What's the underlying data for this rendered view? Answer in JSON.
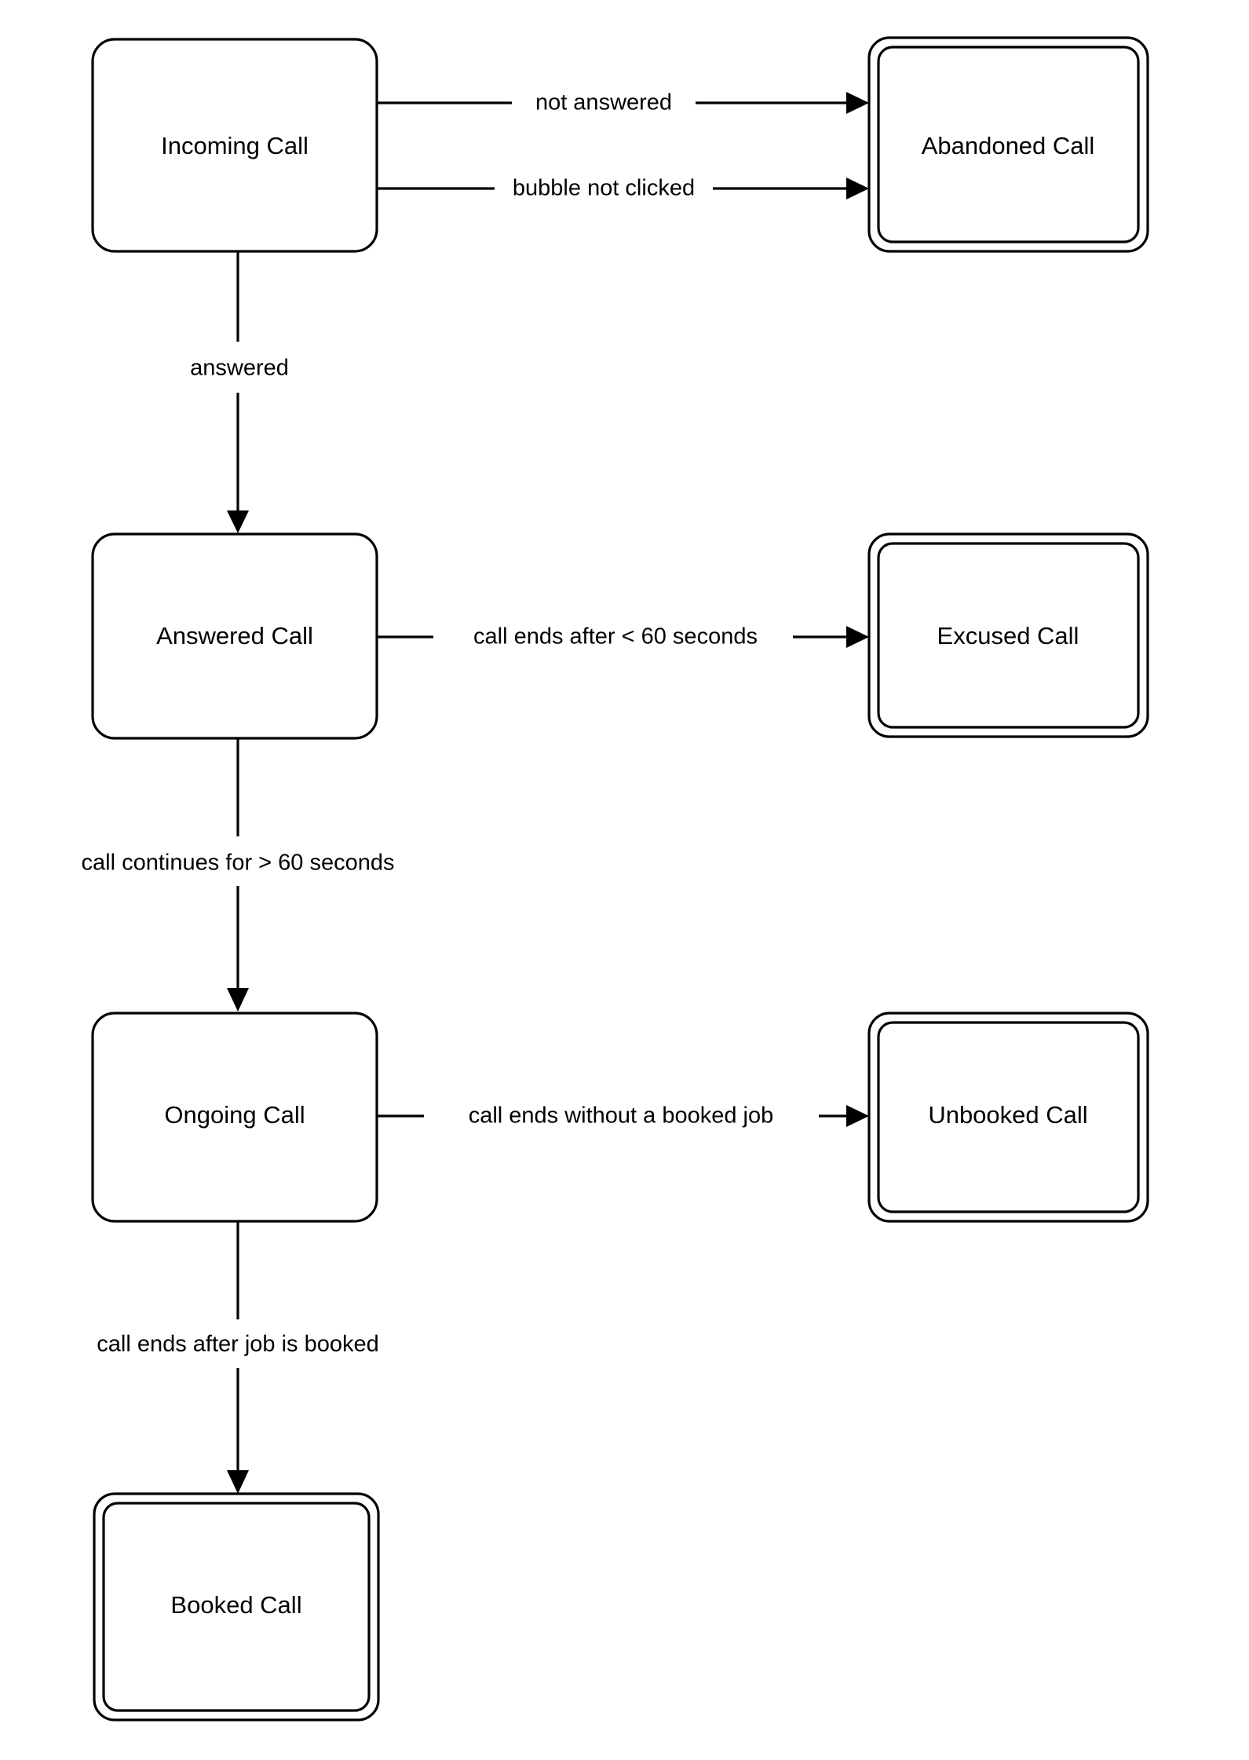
{
  "diagram": {
    "title": "Call lifecycle state diagram",
    "type": "state-diagram",
    "background_color": "#ffffff",
    "stroke_color": "#000000",
    "states": [
      {
        "id": "incoming-call",
        "label": "Incoming Call",
        "kind": "normal",
        "column": "left",
        "row": 1
      },
      {
        "id": "abandoned-call",
        "label": "Abandoned Call",
        "kind": "final",
        "column": "right",
        "row": 1
      },
      {
        "id": "answered-call",
        "label": "Answered Call",
        "kind": "normal",
        "column": "left",
        "row": 2
      },
      {
        "id": "excused-call",
        "label": "Excused Call",
        "kind": "final",
        "column": "right",
        "row": 2
      },
      {
        "id": "ongoing-call",
        "label": "Ongoing Call",
        "kind": "normal",
        "column": "left",
        "row": 3
      },
      {
        "id": "unbooked-call",
        "label": "Unbooked Call",
        "kind": "final",
        "column": "right",
        "row": 3
      },
      {
        "id": "booked-call",
        "label": "Booked Call",
        "kind": "final",
        "column": "left",
        "row": 4
      }
    ],
    "transitions": [
      {
        "id": "incoming-to-abandoned-not-answered",
        "from": "incoming-call",
        "to": "abandoned-call",
        "label": "not answered"
      },
      {
        "id": "incoming-to-abandoned-bubble",
        "from": "incoming-call",
        "to": "abandoned-call",
        "label": "bubble not clicked"
      },
      {
        "id": "incoming-to-answered",
        "from": "incoming-call",
        "to": "answered-call",
        "label": "answered"
      },
      {
        "id": "answered-to-excused",
        "from": "answered-call",
        "to": "excused-call",
        "label": "call ends after < 60 seconds"
      },
      {
        "id": "answered-to-ongoing",
        "from": "answered-call",
        "to": "ongoing-call",
        "label": "call continues for > 60 seconds"
      },
      {
        "id": "ongoing-to-unbooked",
        "from": "ongoing-call",
        "to": "unbooked-call",
        "label": "call ends without a booked job"
      },
      {
        "id": "ongoing-to-booked",
        "from": "ongoing-call",
        "to": "booked-call",
        "label": "call ends after job is booked"
      }
    ]
  }
}
